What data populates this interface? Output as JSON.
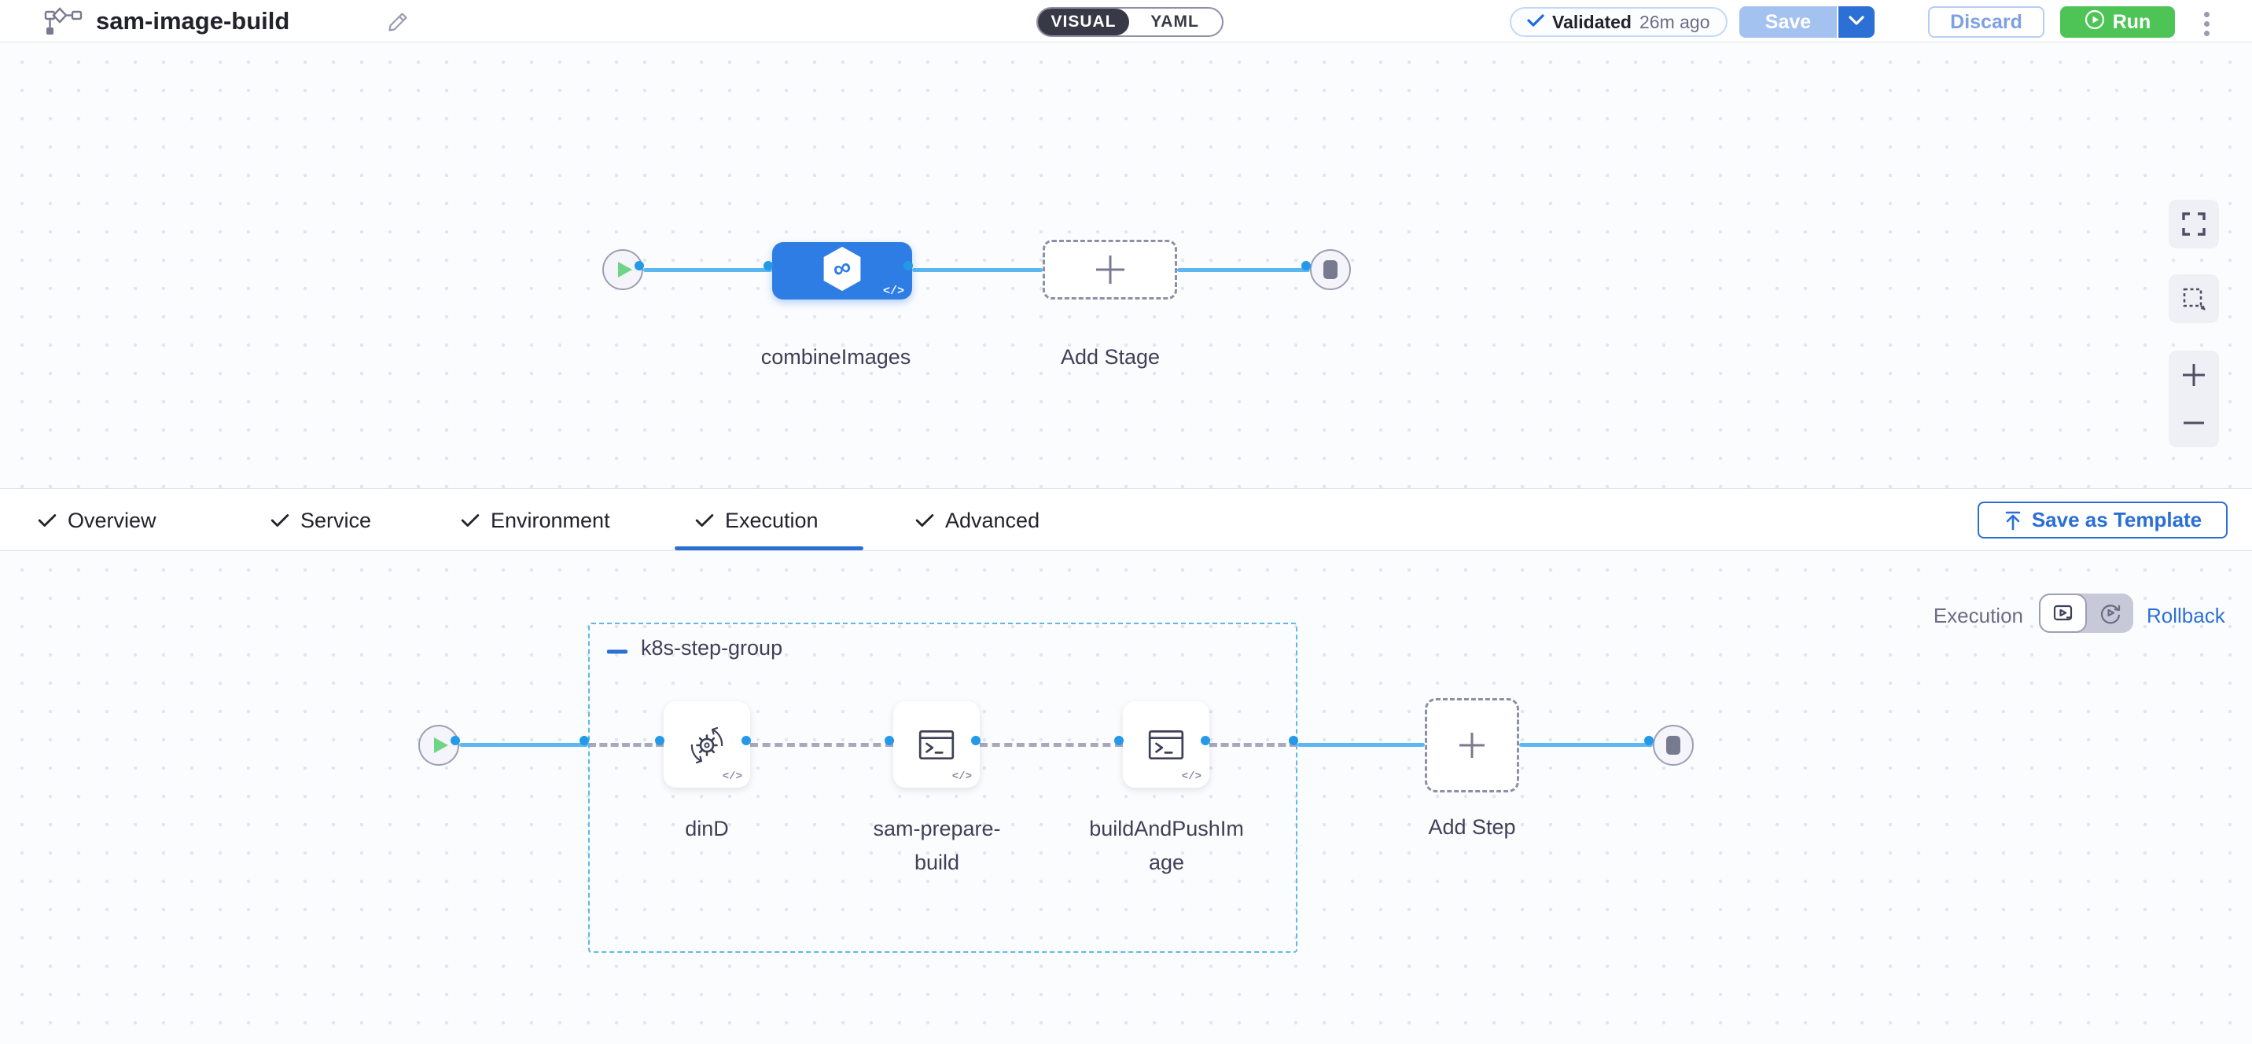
{
  "header": {
    "title": "sam-image-build",
    "mode_toggle": {
      "visual_label": "VISUAL",
      "yaml_label": "YAML"
    },
    "validation_badge": {
      "label": "Validated",
      "time_ago": "26m ago"
    },
    "save_label": "Save",
    "discard_label": "Discard",
    "run_label": "Run"
  },
  "top_pipeline": {
    "stage_label": "combineImages",
    "add_stage_label": "Add Stage",
    "code_badge": "</>"
  },
  "tabs": {
    "items": [
      {
        "label": "Overview"
      },
      {
        "label": "Service"
      },
      {
        "label": "Environment"
      },
      {
        "label": "Execution"
      },
      {
        "label": "Advanced"
      }
    ],
    "active": "Execution",
    "save_as_template_label": "Save as Template"
  },
  "execution_panel": {
    "execution_label": "Execution",
    "rollback_label": "Rollback",
    "step_group": {
      "name": "k8s-step-group",
      "steps": [
        {
          "name": "dinD",
          "icon": "gear-sync-icon"
        },
        {
          "name": "sam-prepare-build",
          "icon": "terminal-icon"
        },
        {
          "name": "buildAndPushImage",
          "icon": "terminal-icon"
        }
      ],
      "add_step_label": "Add Step",
      "code_badge": "</>"
    }
  },
  "colors": {
    "accent_blue": "#2b6fd4",
    "stage_blue": "#2e7de4",
    "connector_blue": "#5cb7f0",
    "dot_ring_blue": "#2499e8",
    "run_green": "#4ec457",
    "group_border_blue": "#5eb9e8",
    "toggle_dark": "#383946"
  }
}
